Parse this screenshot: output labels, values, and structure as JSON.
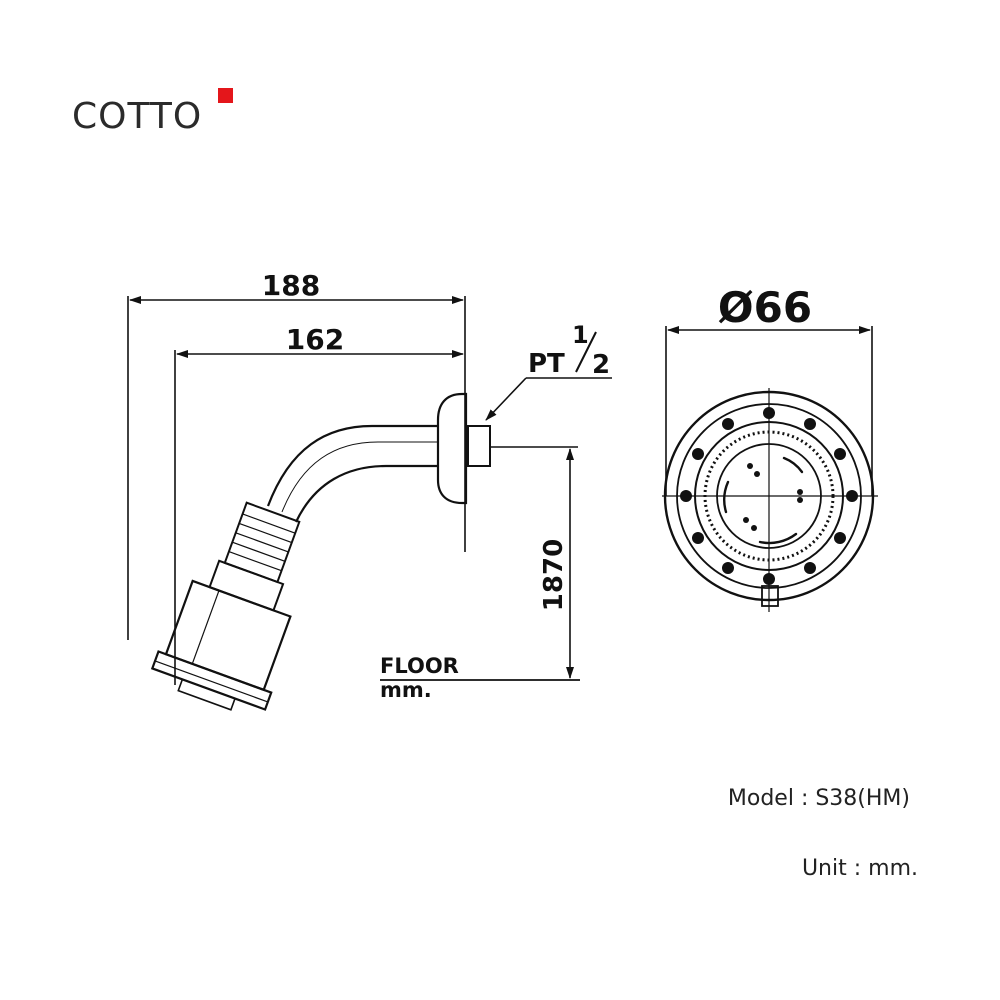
{
  "brand": {
    "name": "COTTO",
    "accent_color": "#e4161b",
    "text_color": "#2b2b2b"
  },
  "drawing": {
    "dim_overall_length": "188",
    "dim_arm_length": "162",
    "dim_thread_prefix": "PT",
    "dim_thread_num": "1",
    "dim_thread_den": "2",
    "dim_height": "1870",
    "dim_diameter": "Ø66",
    "floor_label": "FLOOR",
    "floor_unit": "mm."
  },
  "info": {
    "model_label": "Model",
    "model_value": "S38(HM)",
    "unit_label": "Unit",
    "unit_value": "mm."
  }
}
